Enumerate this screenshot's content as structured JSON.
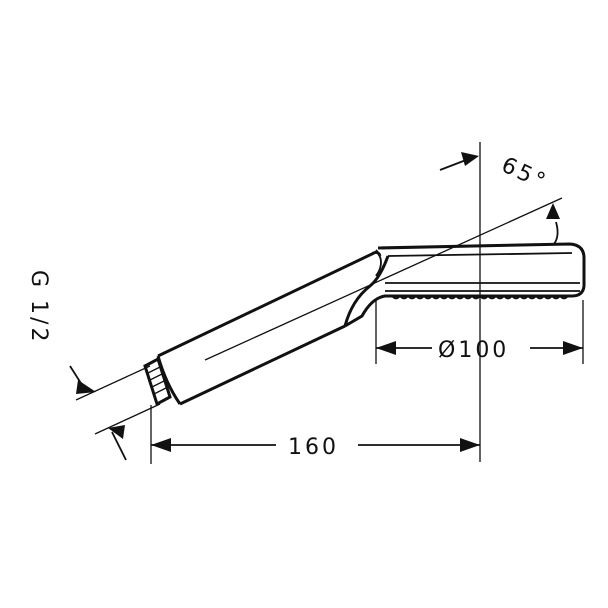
{
  "dimensions": {
    "thread": "G 1/2",
    "angle": "65°",
    "diameter": "Ø100",
    "length": "160"
  }
}
